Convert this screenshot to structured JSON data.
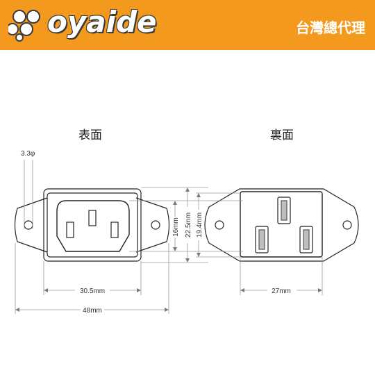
{
  "header": {
    "brand": "oyaide",
    "agent_label": "台灣總代理",
    "background": "#f39a1e"
  },
  "diagram": {
    "front_title": "表面",
    "back_title": "裏面",
    "labels": {
      "hole": "3.3φ",
      "bezel_width": "30.5mm",
      "overall_width": "48mm",
      "inner_height": "16mm",
      "outer_height": "22.5mm",
      "back_height": "19.4mm",
      "back_width": "27mm"
    },
    "dim_color": "#9a9a9a",
    "line_color": "#222222"
  }
}
